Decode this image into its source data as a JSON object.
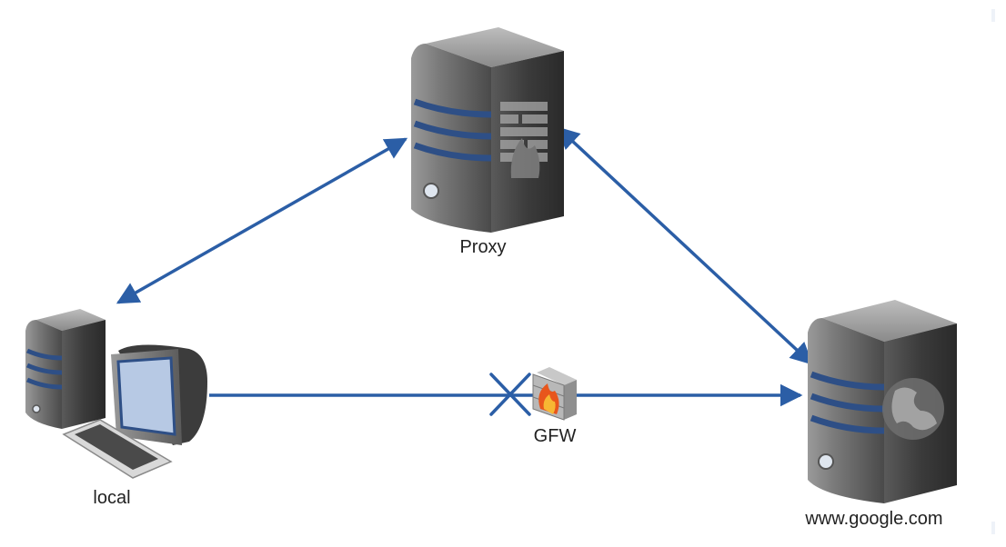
{
  "nodes": {
    "proxy": {
      "label": "Proxy",
      "icon": "proxy-server-icon"
    },
    "local": {
      "label": "local",
      "icon": "desktop-computer-icon"
    },
    "google": {
      "label": "www.google.com",
      "icon": "web-server-icon"
    },
    "gfw": {
      "label": "GFW",
      "icon": "firewall-icon"
    }
  },
  "colors": {
    "connector": "#2b5ea6",
    "server_dark": "#3a3a3a",
    "server_stripe": "#3c5f9c",
    "screen": "#b7c9e4"
  }
}
